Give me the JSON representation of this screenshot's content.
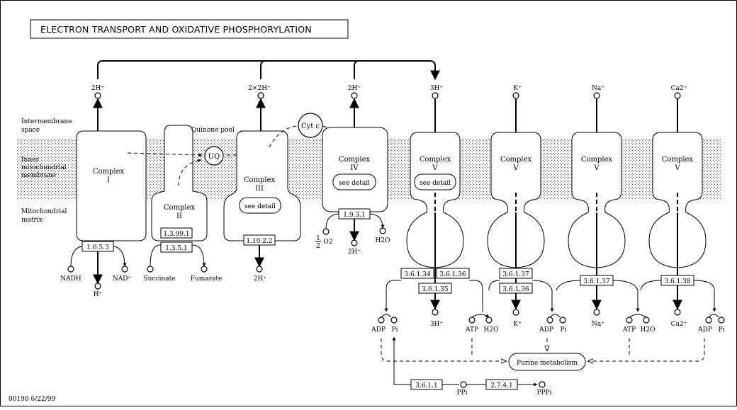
{
  "title": "ELECTRON TRANSPORT AND OXIDATIVE PHOSPHORYLATION",
  "footer": "00190 6/22/99",
  "labels": {
    "intermembrane": [
      "Intermembrane",
      "space"
    ],
    "inner": [
      "Inner",
      "mitochondrial",
      "membrane"
    ],
    "matrix": [
      "Mitochondrial",
      "matrix"
    ],
    "quinone_pool": "Quinone pool",
    "uq": "UQ",
    "cytc": "Cyt c"
  },
  "complexes": {
    "c1": [
      "Complex",
      "I"
    ],
    "c2": [
      "Complex",
      "II"
    ],
    "c3": [
      "Complex",
      "III"
    ],
    "c4": [
      "Complex",
      "IV"
    ],
    "c5": [
      "Complex",
      "V"
    ]
  },
  "see_detail": "see detail",
  "ec": {
    "e1": "1.6.5.3",
    "e2a": "1.3.99.1",
    "e2b": "1.3.5.1",
    "e3": "1.10.2.2",
    "e4": "1.9.3.1",
    "e5": "3.6.1.34",
    "e6": "3.6.1.36",
    "e7": "3.6.1.35",
    "e8": "3.6.1.37",
    "e9": "3.6.1.36",
    "e10": "3.6.1.37",
    "e11": "3.6.1.38",
    "e12": "3.6.1.1",
    "e13": "2.7.4.1"
  },
  "compounds": {
    "h_top1": "2H⁺",
    "h_top3": "2×2H⁺",
    "h_top4": "2H⁺",
    "h_top5": "3H⁺",
    "k_top": "K⁺",
    "na_top": "Na⁺",
    "ca_top": "Ca2⁺",
    "nadh": "NADH",
    "nad": "NAD⁺",
    "h_bot1": "H⁺",
    "succinate": "Succinate",
    "fumarate": "Fumarate",
    "h_bot3": "2H⁺",
    "o2_frac_num": "1",
    "o2_frac_den": "2",
    "o2": "O2",
    "h2o_4": "H2O",
    "h_bot4": "2H⁺",
    "adp1": "ADP",
    "pi1": "Pi",
    "h_bot5": "3H⁺",
    "atp2": "ATP",
    "h2o2": "H2O",
    "k_bot": "K⁺",
    "adp3": "ADP",
    "pi3": "Pi",
    "na_bot": "Na⁺",
    "atp4": "ATP",
    "h2o4": "H2O",
    "ca_bot": "Ca2⁺",
    "adp5": "ADP",
    "pi5": "Pi",
    "purine": "Purine metabolism",
    "ppi": "PPi",
    "pppi": "PPPi"
  }
}
